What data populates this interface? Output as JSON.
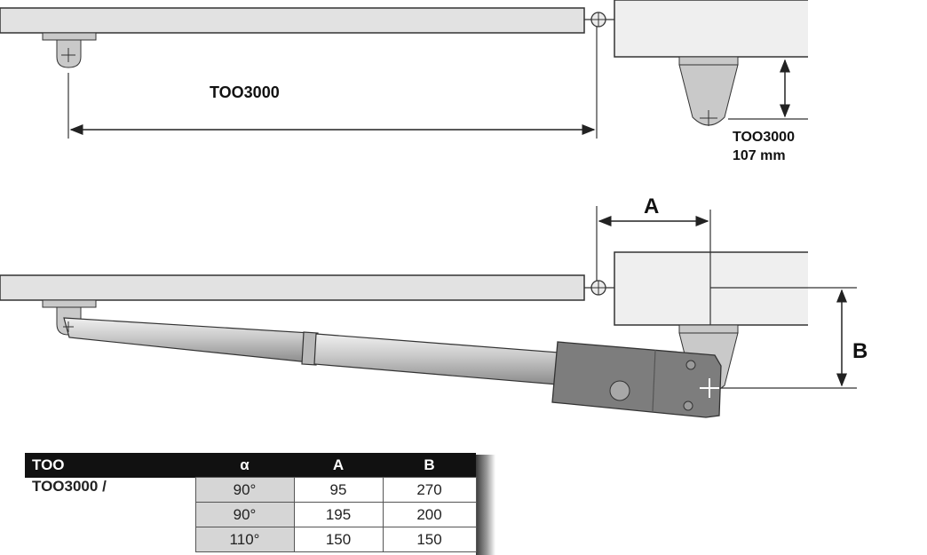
{
  "diagram": {
    "top_label": "TOO3000",
    "side_label_model": "TOO3000",
    "side_label_offset": "107 mm",
    "dim_a_label": "A",
    "dim_b_label": "B"
  },
  "table": {
    "headers": [
      "TOO",
      "α",
      "A",
      "B"
    ],
    "model": "TOO3000 /",
    "rows": [
      {
        "alpha": "90°",
        "a": "95",
        "b": "270"
      },
      {
        "alpha": "90°",
        "a": "195",
        "b": "200"
      },
      {
        "alpha": "110°",
        "a": "150",
        "b": "150"
      }
    ]
  },
  "colors": {
    "gate": "#e2e2e2",
    "bracket": "#c9c9c9",
    "motor": "#7d7d7d",
    "line": "#222222"
  }
}
